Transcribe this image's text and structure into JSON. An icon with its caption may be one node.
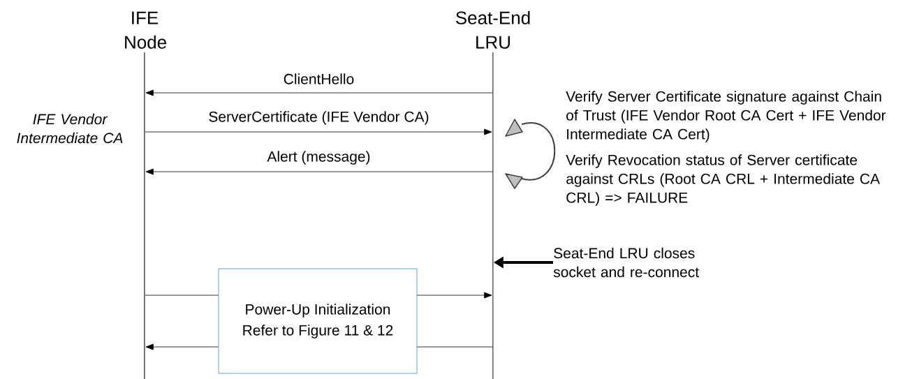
{
  "diagram": {
    "nodes": [
      {
        "text": [],
        "shape": "bar",
        "beside": [
          "IFE Node"
        ]
      },
      {
        "text": [],
        "shape": "bar",
        "beside": [
          "Seat-End LRU"
        ]
      },
      {
        "text": [
          "Power-Up Initialization",
          "Refer to Figure 11 & 12"
        ]
      },
      {
        "text": [
          "Seat-End LRU closes socket and re-connect"
        ]
      }
    ],
    "edges": [
      {
        "from": 1,
        "to": 0,
        "arrow": "to",
        "label": "ClientHello"
      },
      {
        "from": 0,
        "to": 1,
        "arrow": "to",
        "label": "ServerCertificate (IFE Vendor CA)"
      },
      {
        "from": 1,
        "to": 0,
        "arrow": "to",
        "label": "Alert (message)"
      },
      {
        "from": 3,
        "to": 1,
        "arrow": "to",
        "style": "thick"
      },
      {
        "from": 0,
        "to": 2,
        "arrow": "none"
      },
      {
        "from": 2,
        "to": 1,
        "arrow": "to"
      },
      {
        "from": 1,
        "to": 2,
        "arrow": "none"
      },
      {
        "from": 2,
        "to": 0,
        "arrow": "to"
      }
    ],
    "labels": [
      "*IFE Vendor Intermediate CA*",
      "Verify Server Certificate signature against Chain of Trust (IFE Vendor Root CA Cert + IFE Vendor Intermediate CA Cert)",
      "Verify Revocation status of Server certificate against CRLs (Root CA CRL + Intermediate CA CRL) => FAILURE"
    ]
  }
}
